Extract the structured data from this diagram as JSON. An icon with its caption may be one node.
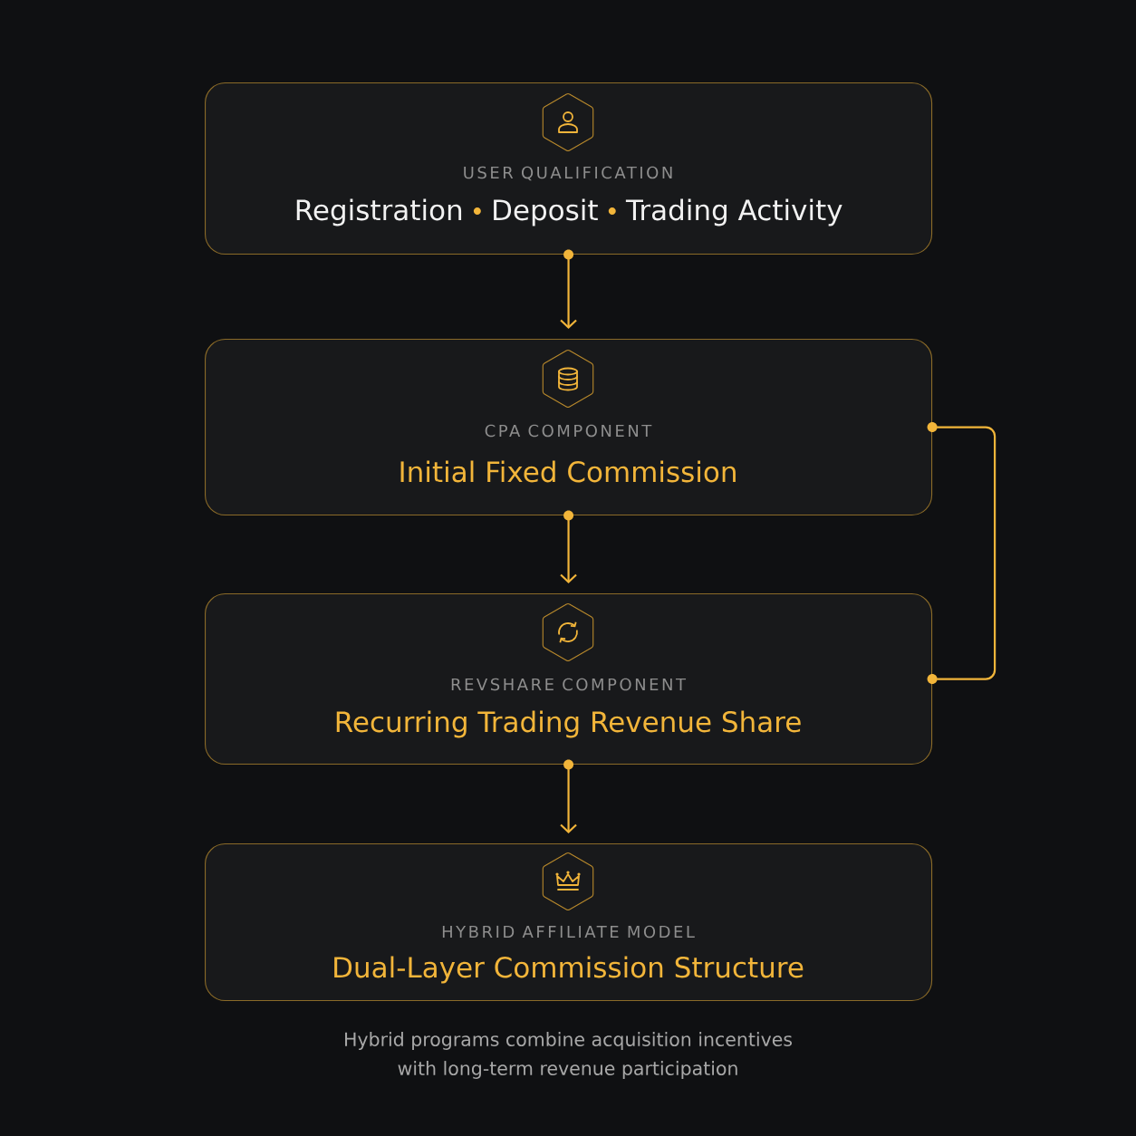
{
  "diagram": {
    "caption": "Hybrid programs combine acquisition incentives with long-term revenue participation",
    "nodes": [
      {
        "text": [
          "USER QUALIFICATION",
          "Registration",
          "Deposit",
          "Trading Activity"
        ]
      },
      {
        "text": [
          "CPA COMPONENT",
          "Initial Fixed Commission"
        ]
      },
      {
        "text": [
          "REVSHARE COMPONENT",
          "Recurring Trading Revenue Share"
        ]
      },
      {
        "text": [
          "HYBRID AFFILIATE MODEL",
          "Dual-Layer Commission Structure"
        ]
      }
    ],
    "edges": [
      {
        "from": 0,
        "to": 1,
        "arrow": "to"
      },
      {
        "from": 1,
        "to": 2,
        "arrow": "to"
      },
      {
        "from": 2,
        "to": 3,
        "arrow": "to"
      },
      {
        "from": 1,
        "to": 2,
        "arrow": "none"
      }
    ]
  }
}
